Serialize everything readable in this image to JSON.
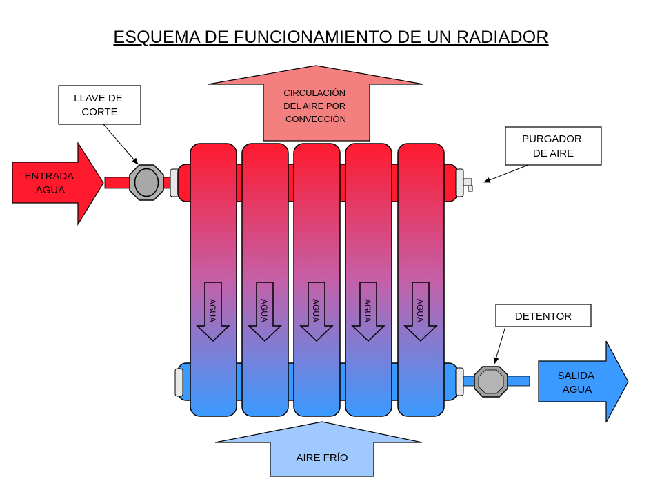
{
  "title": "ESQUEMA DE FUNCIONAMIENTO DE UN RADIADOR",
  "labels": {
    "llave_corte": [
      "LLAVE DE",
      "CORTE"
    ],
    "entrada_agua": [
      "ENTRADA",
      "AGUA"
    ],
    "circulacion": [
      "CIRCULACIÓN",
      "DEL AIRE POR",
      "CONVECCIÓN"
    ],
    "purgador": [
      "PURGADOR",
      "DE AIRE"
    ],
    "detentor": "DETENTOR",
    "salida_agua": [
      "SALIDA",
      "AGUA"
    ],
    "aire_frio": "AIRE FRÍO",
    "agua": "AGUA"
  },
  "colors": {
    "hot": "#ff1a2e",
    "cold": "#3a9aff",
    "hot_air": "#f47f7f",
    "cold_air": "#9fc9ff"
  }
}
